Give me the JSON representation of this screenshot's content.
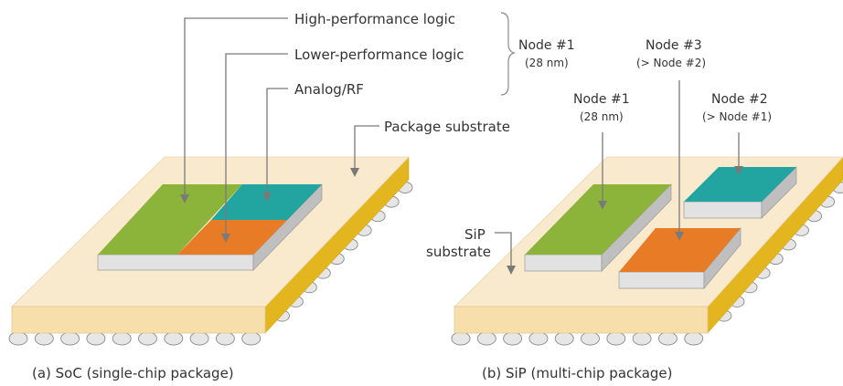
{
  "colors": {
    "substrate_top": "#faeacd",
    "substrate_front": "#f6dfaa",
    "substrate_side": "#e3b51f",
    "ball": "#e6e6e6",
    "green": "#8db43a",
    "orange": "#e87c26",
    "teal": "#22a4a1",
    "chip_edge": "#d9d9d9",
    "line": "#7a7a7a"
  },
  "soc": {
    "labels": {
      "high_perf": "High-performance logic",
      "lower_perf": "Lower-performance logic",
      "analog": "Analog/RF",
      "package_substrate": "Package substrate"
    },
    "node": {
      "title": "Node #1",
      "sub": "(28 nm)"
    },
    "caption": "(a) SoC  (single-chip package)"
  },
  "sip": {
    "node1": {
      "title": "Node #1",
      "sub": "(28 nm)"
    },
    "node2": {
      "title": "Node #2",
      "sub": "(> Node #1)"
    },
    "node3": {
      "title": "Node #3",
      "sub": "(> Node #2)"
    },
    "substrate_label_line1": "SiP",
    "substrate_label_line2": "substrate",
    "caption": "(b) SiP  (multi-chip package)"
  }
}
